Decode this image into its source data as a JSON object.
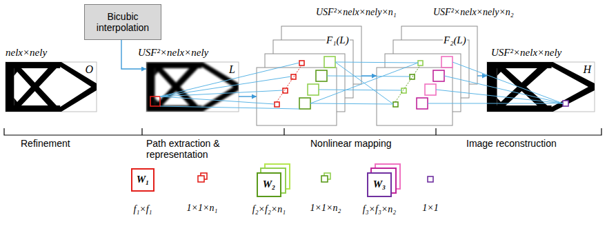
{
  "diagram": {
    "nodes": [
      {
        "text": [
          "Bicubic interpolation"
        ]
      },
      {
        "text": [
          "nelx×nely",
          "O"
        ]
      },
      {
        "text": [
          "USF²×nelx×nely",
          "L"
        ]
      },
      {
        "text": [
          "USF²×nelx×nely×n₁",
          "F₁(L)"
        ]
      },
      {
        "text": [
          "USF²×nelx×nely×n₂",
          "F₂(L)"
        ]
      },
      {
        "text": [
          "USF²×nelx×nely",
          "H"
        ]
      },
      {
        "text": [
          "W₁",
          "f₁×f₁"
        ]
      },
      {
        "text": [
          "W₂",
          "f₂×f₂×n₁"
        ]
      },
      {
        "text": [
          "W₃",
          "f₃×f₃×n₂"
        ]
      }
    ],
    "edges": [
      {
        "from": 0,
        "to": 2,
        "arrow": "to"
      },
      {
        "from": 2,
        "to": 3,
        "arrow": "to"
      },
      {
        "from": 3,
        "to": 4,
        "arrow": "to"
      },
      {
        "from": 4,
        "to": 5,
        "arrow": "to"
      }
    ],
    "labels": [
      "Refinement",
      "Path extraction & representation",
      "Nonlinear mapping",
      "Image reconstruction",
      "1×1×n₁",
      "1×1×n₂",
      "1×1"
    ]
  }
}
